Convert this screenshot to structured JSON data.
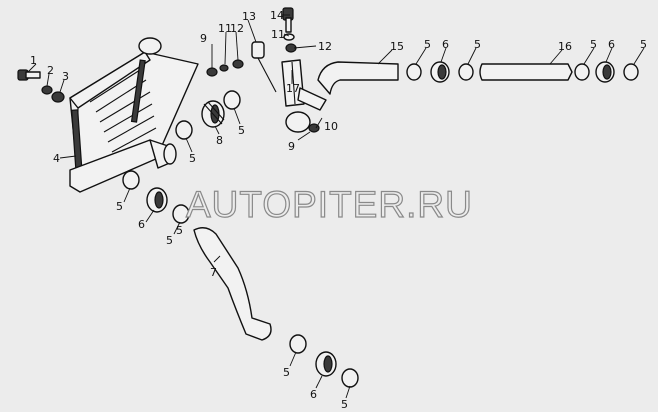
{
  "watermark": "AUTOPITER.RU",
  "callouts": {
    "c1": "1",
    "c2": "2",
    "c3": "3",
    "c4": "4",
    "c5a": "5",
    "c5b": "5",
    "c5c": "5",
    "c5d": "5",
    "c5e": "5",
    "c5f": "5",
    "c5g": "5",
    "c5h": "5",
    "c5i": "5",
    "c5j": "5",
    "c5k": "5",
    "c6a": "6",
    "c6b": "6",
    "c6c": "6",
    "c6d": "6",
    "c7": "7",
    "c8": "8",
    "c9a": "9",
    "c9b": "9",
    "c10": "10",
    "c11a": "11",
    "c11b": "11",
    "c12a": "12",
    "c12b": "12",
    "c13": "13",
    "c14": "14",
    "c15": "15",
    "c16": "16",
    "c17": "17"
  }
}
